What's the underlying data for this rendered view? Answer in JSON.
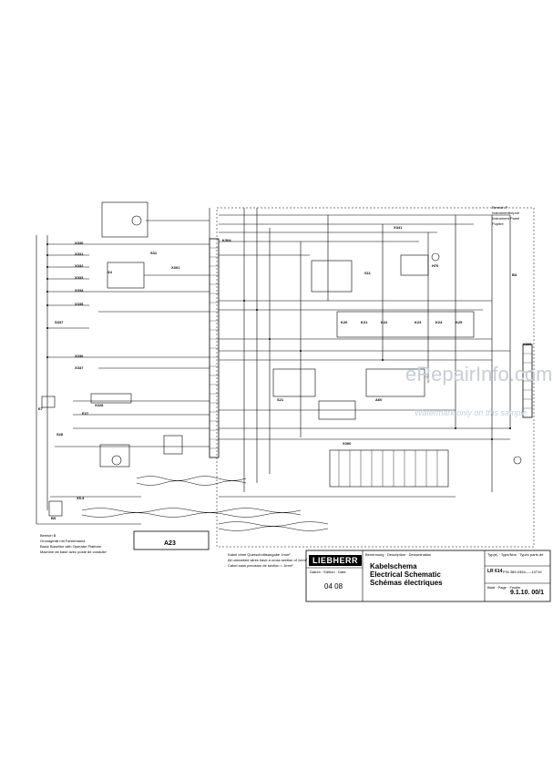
{
  "watermark": {
    "site": "eRepairInfo.com",
    "note": "Watermark only on this sample"
  },
  "panel": {
    "title_lines": [
      "Bereich P",
      "Instrumentenpult",
      "Instrument Panel",
      "Pupitre"
    ]
  },
  "base": {
    "title_lines": [
      "Bereich B",
      "Grundgerät mit Fahrerstand",
      "Basic Baseline with Operator Platform",
      "Machine de base avec poste de conduite"
    ]
  },
  "module": {
    "label": "A23"
  },
  "cable_note": [
    "Kabel ohne Querschnittsangabe 1mm²",
    "All unmarked wires have a cross section of 1mm²",
    "Cabel sans precision de section = 1mm²"
  ],
  "title_block": {
    "logo": "LIEBHERR",
    "header": "Benennung · Description · Dénomination",
    "date_header": "Datum · Edition · Date",
    "date": "04 08",
    "title_de": "Kabelschema",
    "title_en": "Electrical Schematic",
    "title_fr": "Schémas électriques",
    "type_header": "Typ(e) · Type/Nos · Types parts de",
    "model": "LR 614",
    "pn": "P/N 389-0354-----10719",
    "sheet_header": "Blatt · Page · Feuille",
    "sheet": "9.1.10. 00/1"
  },
  "components": {
    "left": [
      "X330",
      "X331",
      "X332",
      "X333",
      "X334",
      "X335",
      "S337",
      "X336",
      "X337",
      "E7",
      "E27",
      "X328",
      "S28",
      "B5",
      "X5.3"
    ],
    "top": [
      "S31",
      "X4",
      "X301",
      "K304",
      "X341",
      "H70",
      "S11",
      "B3",
      "X309"
    ],
    "mid": [
      "K20",
      "K21",
      "K22",
      "K23",
      "K24",
      "K25",
      "S21",
      "X300",
      "A60"
    ]
  }
}
